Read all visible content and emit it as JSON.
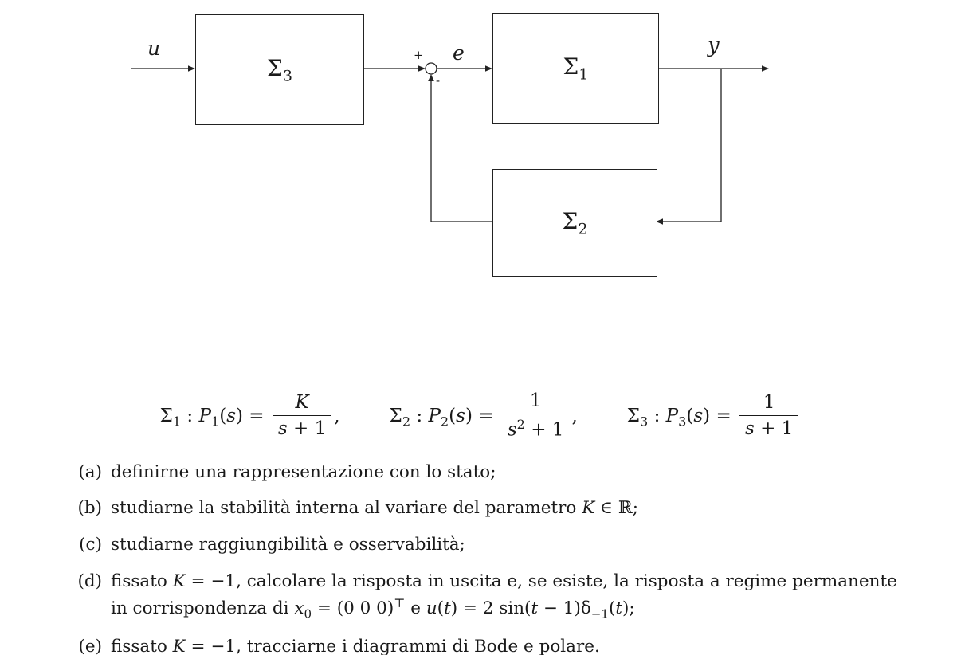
{
  "diagram": {
    "blocks": [
      {
        "id": "sigma3",
        "label": "Σ<sub>3</sub>"
      },
      {
        "id": "sigma1",
        "label": "Σ<sub>1</sub>"
      },
      {
        "id": "sigma2",
        "label": "Σ<sub>2</sub>"
      }
    ],
    "signals": {
      "input": "u",
      "error": "e",
      "output": "y",
      "sum_plus": "+",
      "sum_minus": "-"
    }
  },
  "formulas": [
    {
      "lhs": "Σ<sub>1</sub> : <i>P</i><sub>1</sub>(<i>s</i>) = ",
      "num": "<i>K</i>",
      "den": "<i>s</i> + 1",
      "after": ","
    },
    {
      "lhs": "Σ<sub>2</sub> : <i>P</i><sub>2</sub>(<i>s</i>) = ",
      "num": "1",
      "den": "<i>s</i><sup>2</sup> + 1",
      "after": ","
    },
    {
      "lhs": "Σ<sub>3</sub> : <i>P</i><sub>3</sub>(<i>s</i>) = ",
      "num": "1",
      "den": "<i>s</i> + 1",
      "after": ""
    }
  ],
  "items": [
    {
      "marker": "(a)",
      "html": "definirne una rappresentazione con lo stato;"
    },
    {
      "marker": "(b)",
      "html": "studiarne la stabilità interna al variare del parametro <i>K</i> ∈ ℝ;"
    },
    {
      "marker": "(c)",
      "html": "studiarne raggiungibilità e osservabilità;"
    },
    {
      "marker": "(d)",
      "html": "fissato <i>K</i> = −1, calcolare la risposta in uscita e, se esiste, la risposta a regime permanente in corrispondenza di <i>x</i><sub>0</sub> = (0 0 0)<sup>⊤</sup> e <i>u</i>(<i>t</i>) = 2 sin(<i>t</i> − 1)δ<sub>−1</sub>(<i>t</i>);"
    },
    {
      "marker": "(e)",
      "html": "fissato <i>K</i> = −1, tracciarne i diagrammi di Bode e polare."
    }
  ]
}
